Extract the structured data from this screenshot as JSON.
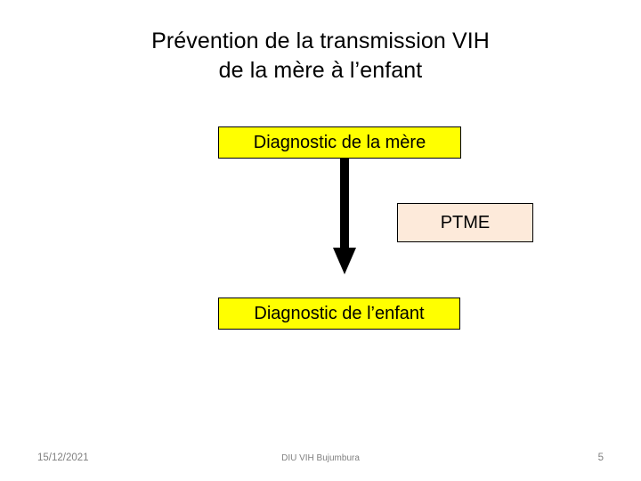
{
  "slide": {
    "title": {
      "line1": "Prévention de la transmission VIH",
      "line2": "de la mère à l’enfant"
    },
    "diagram": {
      "nodes": [
        {
          "id": "diagnostic-mere",
          "label": "Diagnostic de la mère",
          "fill": "#ffff00",
          "border": "#000000"
        },
        {
          "id": "ptme",
          "label": "PTME",
          "fill": "#fdeada",
          "border": "#000000"
        },
        {
          "id": "diagnostic-enfant",
          "label": "Diagnostic de l’enfant",
          "fill": "#ffff00",
          "border": "#000000"
        }
      ],
      "connector": {
        "from": "diagnostic-mere",
        "to": "diagnostic-enfant",
        "direction": "down",
        "color": "#000000"
      }
    },
    "footer": {
      "date": "15/12/2021",
      "center": "DIU VIH Bujumbura",
      "page_number": "5",
      "color": "#808080"
    }
  }
}
